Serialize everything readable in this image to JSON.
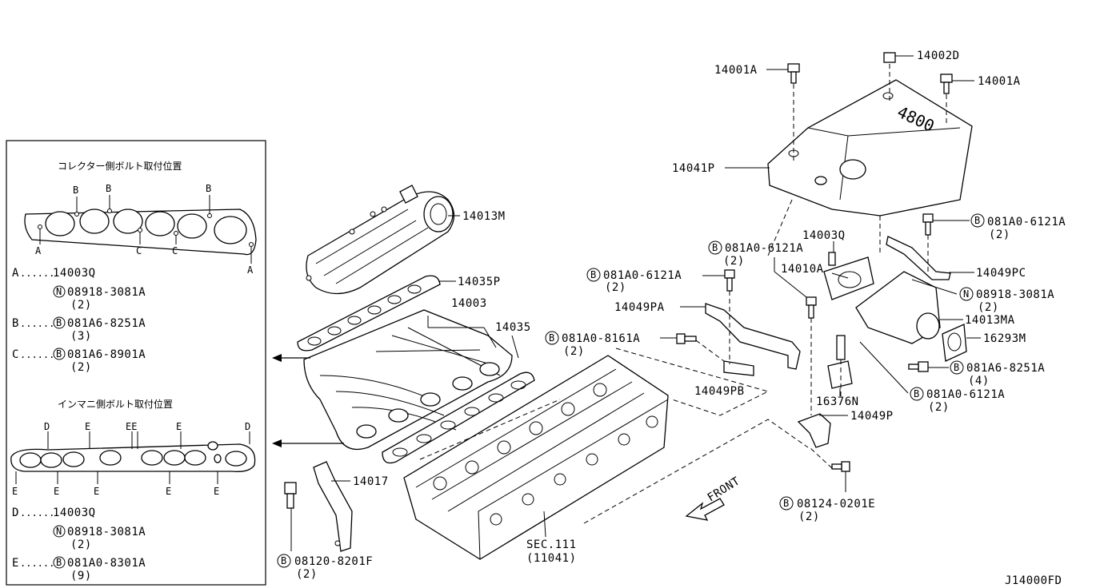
{
  "diagram_code": "J14000FD",
  "inset": {
    "collector_title": "コレクター側ボルト取付位置",
    "manifold_title": "インマニ側ボルト取付位置",
    "collector_markers": {
      "top": [
        "B",
        "B",
        "B"
      ],
      "bottom": [
        "A",
        "C",
        "C",
        "A"
      ]
    },
    "manifold_markers": {
      "top": [
        "D",
        "E",
        "EE",
        "E",
        "D"
      ],
      "bottom": [
        "E",
        "E",
        "E",
        "E",
        "E"
      ]
    },
    "legend": [
      {
        "key": "A",
        "dots": "......",
        "part": "14003Q"
      },
      {
        "prefix": "N",
        "part": "08918-3081A",
        "qty": "(2)"
      },
      {
        "key": "B",
        "dots": "......",
        "prefix": "B",
        "part": "081A6-8251A",
        "qty": "(3)"
      },
      {
        "key": "C",
        "dots": "......",
        "prefix": "B",
        "part": "081A6-8901A",
        "qty": "(2)"
      },
      {
        "key": "D",
        "dots": "......",
        "part": "14003Q"
      },
      {
        "prefix": "N",
        "part": "08918-3081A",
        "qty": "(2)"
      },
      {
        "key": "E",
        "dots": "......",
        "prefix": "B",
        "part": "081A0-8301A",
        "qty": "(9)"
      }
    ]
  },
  "callouts": [
    {
      "id": "c1",
      "text": "14001A"
    },
    {
      "id": "c2",
      "text": "14002D"
    },
    {
      "id": "c3",
      "text": "14001A"
    },
    {
      "id": "c4",
      "text": "14041P"
    },
    {
      "id": "c5",
      "prefix": "B",
      "text": "081A0-6121A",
      "qty": "(2)"
    },
    {
      "id": "c6",
      "text": "14003Q"
    },
    {
      "id": "c7",
      "prefix": "B",
      "text": "081A0-6121A",
      "qty": "(2)"
    },
    {
      "id": "c8",
      "text": "14010A"
    },
    {
      "id": "c9",
      "text": "14049PC"
    },
    {
      "id": "c10",
      "prefix": "B",
      "text": "081A0-6121A",
      "qty": "(2)"
    },
    {
      "id": "c11",
      "prefix": "N",
      "text": "08918-3081A",
      "qty": "(2)"
    },
    {
      "id": "c12",
      "text": "14049PA"
    },
    {
      "id": "c13",
      "text": "14013MA"
    },
    {
      "id": "c14",
      "text": "16293M"
    },
    {
      "id": "c15",
      "prefix": "B",
      "text": "081A0-8161A",
      "qty": "(2)"
    },
    {
      "id": "c16",
      "prefix": "B",
      "text": "081A6-8251A",
      "qty": "(4)"
    },
    {
      "id": "c17",
      "text": "14049PB"
    },
    {
      "id": "c18",
      "prefix": "B",
      "text": "081A0-6121A",
      "qty": "(2)"
    },
    {
      "id": "c19",
      "text": "16376N"
    },
    {
      "id": "c20",
      "text": "14049P"
    },
    {
      "id": "c21",
      "text": "14013M"
    },
    {
      "id": "c22",
      "text": "14035P"
    },
    {
      "id": "c23",
      "text": "14003"
    },
    {
      "id": "c24",
      "text": "14035"
    },
    {
      "id": "c25",
      "text": "14017"
    },
    {
      "id": "c26",
      "prefix": "B",
      "text": "08120-8201F",
      "qty": "(2)"
    },
    {
      "id": "c27",
      "text": "SEC.111",
      "qty": "(11041)"
    },
    {
      "id": "c28",
      "prefix": "B",
      "text": "08124-0201E",
      "qty": "(2)"
    }
  ],
  "engine_badge": "4800",
  "front_label": "FRONT"
}
